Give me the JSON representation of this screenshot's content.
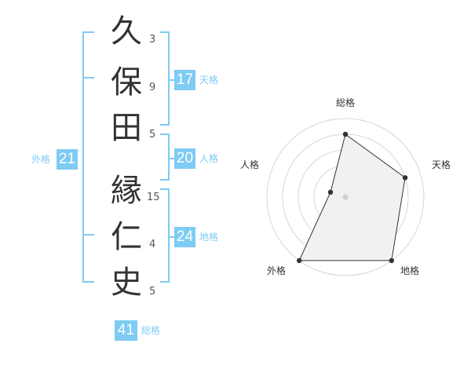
{
  "name_chars": [
    {
      "char": "久",
      "strokes": "3"
    },
    {
      "char": "保",
      "strokes": "9"
    },
    {
      "char": "田",
      "strokes": "5"
    },
    {
      "char": "縁",
      "strokes": "15"
    },
    {
      "char": "仁",
      "strokes": "4"
    },
    {
      "char": "史",
      "strokes": "5"
    }
  ],
  "groups": {
    "tenkaku": {
      "value": "17",
      "label": "天格"
    },
    "jinkaku": {
      "value": "20",
      "label": "人格"
    },
    "chikaku": {
      "value": "24",
      "label": "地格"
    },
    "gaikaku": {
      "value": "21",
      "label": "外格"
    },
    "soukaku": {
      "value": "41",
      "label": "総格"
    }
  },
  "accent_color": "#7ecbf4",
  "chart_data": {
    "type": "radar",
    "axes": [
      "総格",
      "天格",
      "地格",
      "外格",
      "人格"
    ],
    "values": [
      0.8,
      0.8,
      1.0,
      1.0,
      0.2
    ],
    "range": [
      0,
      1
    ],
    "rings": 5
  }
}
